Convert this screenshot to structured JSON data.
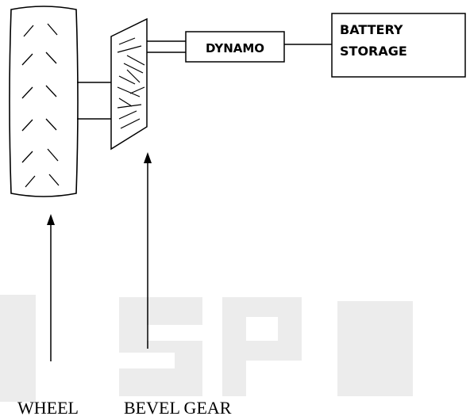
{
  "diagram": {
    "blocks": {
      "dynamo": "DYNAMO",
      "battery_line1": "BATTERY",
      "battery_line2": "STORAGE"
    },
    "labels": {
      "wheel": "WHEEL",
      "bevel_gear": "BEVEL GEAR"
    },
    "colors": {
      "stroke": "#000000",
      "watermark": "#ececec",
      "background": "#ffffff"
    }
  }
}
